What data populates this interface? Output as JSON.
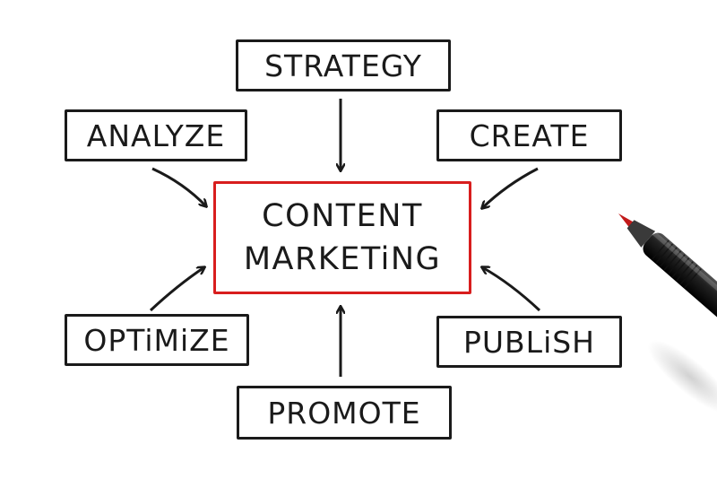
{
  "diagram": {
    "center": {
      "line1": "CONTENT",
      "line2": "MARKETiNG"
    },
    "nodes": {
      "strategy": "STRATEGY",
      "analyze": "ANALYZE",
      "create": "CREATE",
      "optimize": "OPTiMiZE",
      "publish": "PUBLiSH",
      "promote": "PROMOTE"
    }
  },
  "colors": {
    "ink": "#1a1a1a",
    "accent": "#d81e1e",
    "paper": "#ffffff"
  },
  "icons": {
    "pen": "pen-icon"
  }
}
